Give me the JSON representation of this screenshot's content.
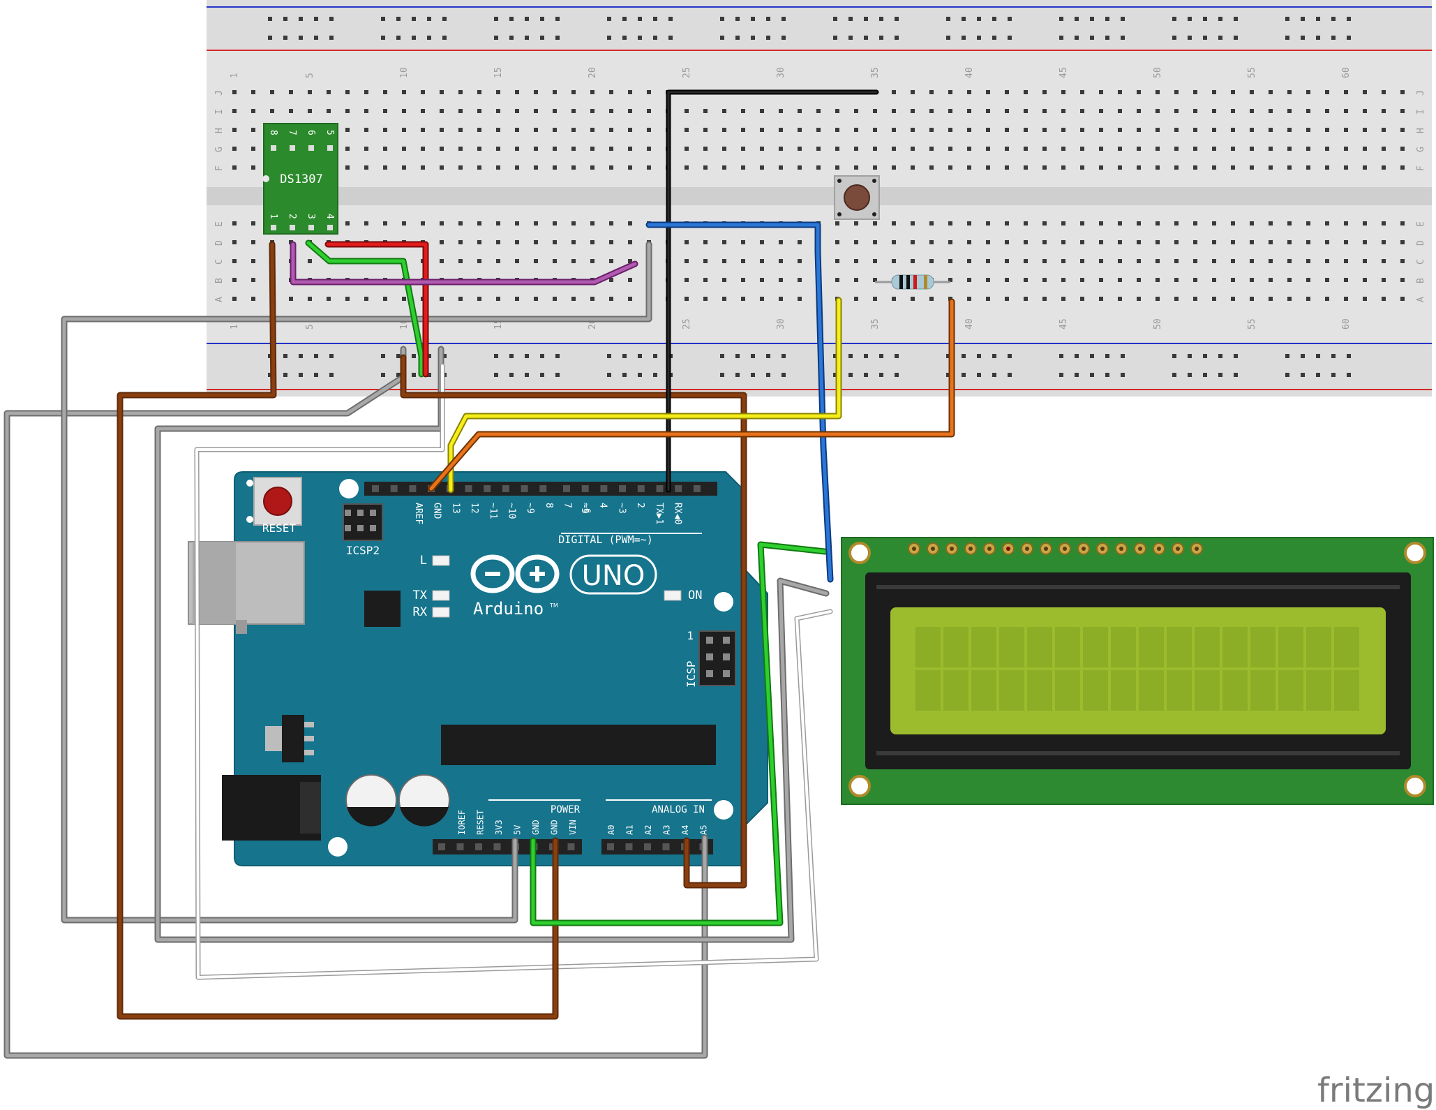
{
  "breadboard": {
    "column_numbers": [
      "1",
      "5",
      "10",
      "15",
      "20",
      "25",
      "30",
      "35",
      "40",
      "45",
      "50",
      "55",
      "60"
    ],
    "top_row_letters": [
      "J",
      "I",
      "H",
      "G",
      "F"
    ],
    "bottom_row_letters": [
      "E",
      "D",
      "C",
      "B",
      "A"
    ]
  },
  "rtc": {
    "label": "DS1307",
    "pins_top": [
      "8",
      "7",
      "6",
      "5"
    ],
    "pins_bottom": [
      "1",
      "2",
      "3",
      "4"
    ]
  },
  "arduino": {
    "reset_label": "RESET",
    "icsp2_label": "ICSP2",
    "icsp_label": "ICSP",
    "icsp_pin1": "1",
    "logo_brand": "Arduino",
    "logo_tm": "TM",
    "logo_model": "UNO",
    "led_l": "L",
    "led_tx": "TX",
    "led_rx": "RX",
    "led_on": "ON",
    "digital_label": "DIGITAL (PWM=~)",
    "digital_pins": [
      "AREF",
      "GND",
      "13",
      "12",
      "~11",
      "~10",
      "~9",
      "8",
      "7",
      "~6",
      "~5",
      "4",
      "~3",
      "2",
      "TX▶1",
      "RX◀0"
    ],
    "power_label": "POWER",
    "analog_label": "ANALOG IN",
    "power_pins": [
      "IOREF",
      "RESET",
      "3V3",
      "5V",
      "GND",
      "GND",
      "VIN"
    ],
    "analog_pins": [
      "A0",
      "A1",
      "A2",
      "A3",
      "A4",
      "A5"
    ]
  },
  "brand": {
    "text": "fritzing"
  }
}
